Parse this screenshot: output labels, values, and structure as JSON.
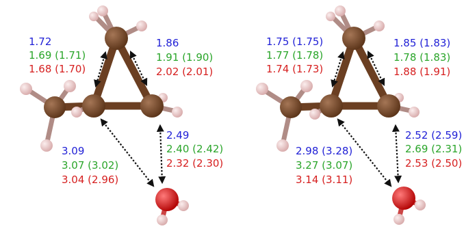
{
  "colors": {
    "blue": "#1f1fd6",
    "green": "#2aa52a",
    "red": "#d61f1f",
    "carbon": "#7a4a2a",
    "hydrogen": "#e8c7c7",
    "oxygen": "#e01010",
    "arrow": "#111111"
  },
  "panels": [
    {
      "labels": {
        "top_left": {
          "blue": "1.72",
          "green": "1.69 (1.71)",
          "red": "1.68 (1.70)"
        },
        "top_right": {
          "blue": "1.86",
          "green": "1.91 (1.90)",
          "red": "2.02 (2.01)"
        },
        "mid_right": {
          "blue": "2.49",
          "green": "2.40 (2.42)",
          "red": "2.32 (2.30)"
        },
        "low_left": {
          "blue": "3.09",
          "green": "3.07 (3.02)",
          "red": "3.04 (2.96)"
        }
      }
    },
    {
      "labels": {
        "top_left": {
          "blue": "1.75 (1.75)",
          "green": "1.77 (1.78)",
          "red": "1.74 (1.73)"
        },
        "top_right": {
          "blue": "1.85 (1.83)",
          "green": "1.78 (1.83)",
          "red": "1.88 (1.91)"
        },
        "mid_right": {
          "blue": "2.52 (2.59)",
          "green": "2.69 (2.31)",
          "red": "2.53 (2.50)"
        },
        "low_left": {
          "blue": "2.98 (3.28)",
          "green": "3.27 (3.07)",
          "red": "3.14 (3.11)"
        }
      }
    }
  ]
}
